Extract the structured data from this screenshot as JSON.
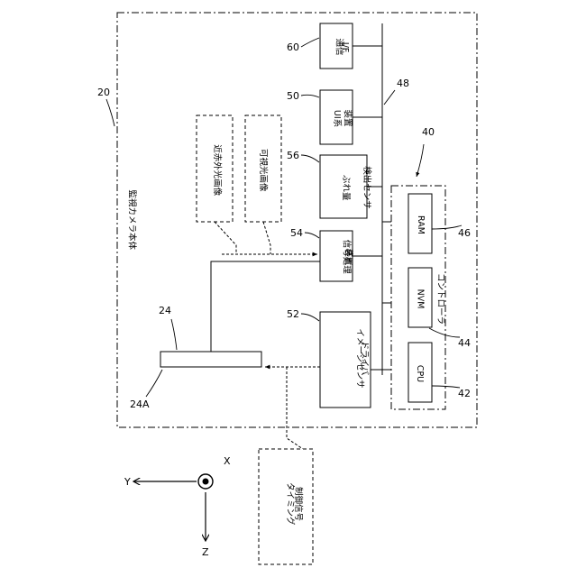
{
  "labels": {
    "body_label": "監視カメラ本体",
    "controller_label": "コントローラ",
    "comm_if": [
      "通信",
      "I/F"
    ],
    "ui_device": [
      "UI系",
      "装置"
    ],
    "shake_sensor": [
      "ぶれ量",
      "検出センサ"
    ],
    "signal_processor": [
      "信号処理",
      "装置"
    ],
    "image_sensor_driver": [
      "イメージセンサ",
      "ドライバ"
    ],
    "ram": "RAM",
    "nvm": "NVM",
    "cpu": "CPU",
    "near_ir_image": "近赤外光画像",
    "visible_image": "可視光画像",
    "timing_signal": [
      "タイミング",
      "制御信号"
    ]
  },
  "refs": {
    "r20": "20",
    "r24": "24",
    "r24a": "24A",
    "r40": "40",
    "r42": "42",
    "r44": "44",
    "r46": "46",
    "r48": "48",
    "r50": "50",
    "r52": "52",
    "r54": "54",
    "r56": "56",
    "r60": "60"
  },
  "axes": {
    "x": "X",
    "y": "Y",
    "z": "Z"
  }
}
